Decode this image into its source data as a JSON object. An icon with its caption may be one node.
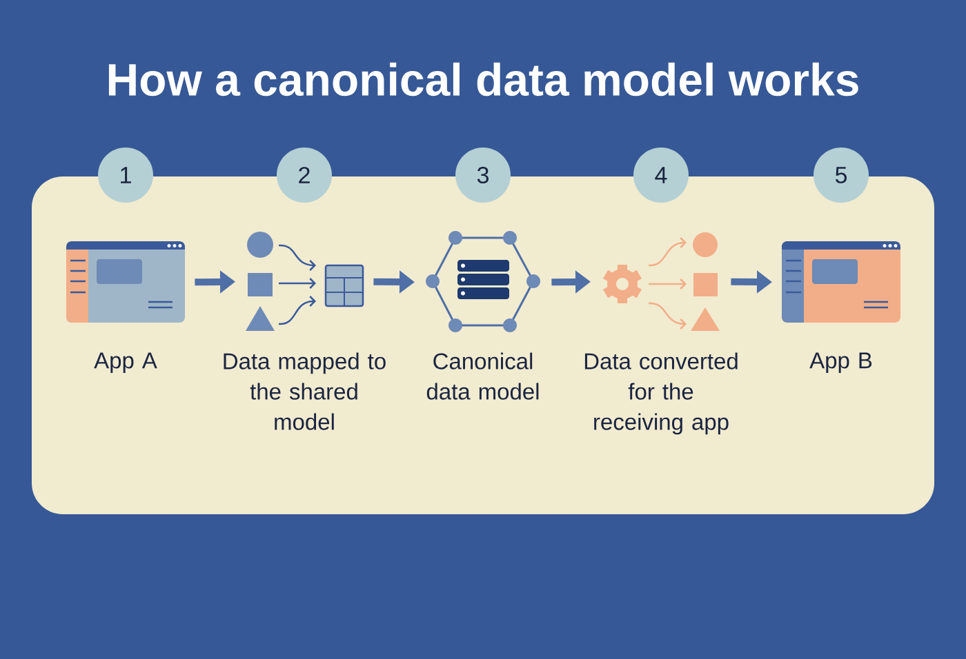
{
  "diagram": {
    "title": "How a canonical data model works",
    "nodes": [
      {
        "text": [
          "1"
        ]
      },
      {
        "text": [
          "2"
        ]
      },
      {
        "text": [
          "3"
        ]
      },
      {
        "text": [
          "4"
        ]
      },
      {
        "text": [
          "5"
        ]
      },
      {
        "text": [],
        "shape": "picture",
        "beside": [
          "App A"
        ]
      },
      {
        "text": [],
        "shape": "picture",
        "beside": [
          "Data mapped to the shared model"
        ]
      },
      {
        "text": [],
        "shape": "picture",
        "beside": [
          "Canonical data model"
        ]
      },
      {
        "text": [],
        "shape": "picture",
        "beside": [
          "Data converted for the receiving app"
        ]
      },
      {
        "text": [],
        "shape": "picture",
        "beside": [
          "App B"
        ]
      }
    ],
    "edges": [
      {
        "from": 5,
        "to": 6,
        "arrow": "to"
      },
      {
        "from": 6,
        "to": 7,
        "arrow": "to"
      },
      {
        "from": 7,
        "to": 8,
        "arrow": "to"
      },
      {
        "from": 8,
        "to": 9,
        "arrow": "to"
      }
    ]
  }
}
